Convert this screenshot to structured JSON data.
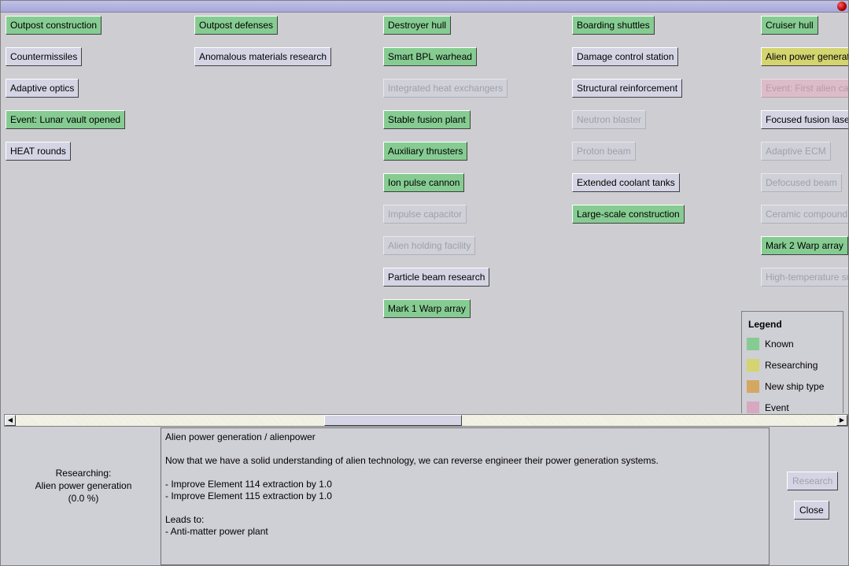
{
  "colors": {
    "known": "#86cc92",
    "researching": "#d4d470",
    "new_ship_type": "#d4a860",
    "event": "#d8a8c0"
  },
  "tree": {
    "columns": [
      [
        {
          "label": "Outpost construction",
          "state": "known"
        },
        {
          "label": "Countermissiles",
          "state": "avail"
        },
        {
          "label": "Adaptive optics",
          "state": "avail"
        },
        {
          "label": "Event: Lunar vault opened",
          "state": "known"
        },
        {
          "label": "HEAT rounds",
          "state": "avail"
        }
      ],
      [
        {
          "label": "Outpost defenses",
          "state": "known"
        },
        {
          "label": "Anomalous materials research",
          "state": "avail"
        }
      ],
      [
        {
          "label": "Destroyer hull",
          "state": "known"
        },
        {
          "label": "Smart BPL warhead",
          "state": "known"
        },
        {
          "label": "Integrated heat exchangers",
          "state": "unavail"
        },
        {
          "label": "Stable fusion plant",
          "state": "known"
        },
        {
          "label": "Auxiliary thrusters",
          "state": "known"
        },
        {
          "label": "Ion pulse cannon",
          "state": "known"
        },
        {
          "label": "Impulse capacitor",
          "state": "unavail"
        },
        {
          "label": "Alien holding facility",
          "state": "unavail"
        },
        {
          "label": "Particle beam research",
          "state": "avail"
        },
        {
          "label": "Mark 1 Warp array",
          "state": "known"
        }
      ],
      [
        {
          "label": "Boarding shuttles",
          "state": "known"
        },
        {
          "label": "Damage control station",
          "state": "avail"
        },
        {
          "label": "Structural reinforcement",
          "state": "avail"
        },
        {
          "label": "Neutron blaster",
          "state": "unavail"
        },
        {
          "label": "Proton beam",
          "state": "unavail"
        },
        {
          "label": "Extended coolant tanks",
          "state": "avail"
        },
        {
          "label": "Large-scale construction",
          "state": "known"
        }
      ],
      [
        {
          "label": "Cruiser hull",
          "state": "known"
        },
        {
          "label": "Alien power generation",
          "state": "researching"
        },
        {
          "label": "Event: First alien capture",
          "state": "event-unavail"
        },
        {
          "label": "Focused fusion laser",
          "state": "avail"
        },
        {
          "label": "Adaptive ECM",
          "state": "unavail"
        },
        {
          "label": "Defocused beam",
          "state": "unavail"
        },
        {
          "label": "Ceramic compound",
          "state": "unavail"
        },
        {
          "label": "Mark 2 Warp array",
          "state": "known"
        },
        {
          "label": "High-temperature superconductors",
          "state": "unavail"
        }
      ]
    ]
  },
  "legend": {
    "title": "Legend",
    "items": [
      {
        "label": "Known",
        "color": "#86cc92"
      },
      {
        "label": "Researching",
        "color": "#d4d470"
      },
      {
        "label": "New ship type",
        "color": "#d4a860"
      },
      {
        "label": "Event",
        "color": "#d8a8c0"
      }
    ]
  },
  "status": {
    "line1": "Researching:",
    "line2": "Alien power generation",
    "line3": "(0.0 %)"
  },
  "description": {
    "lines": [
      "Alien power generation / alienpower",
      "",
      "Now that we have a solid understanding of alien technology, we can reverse engineer their power generation systems.",
      "",
      "- Improve Element 114 extraction by 1.0",
      "- Improve Element 115 extraction by 1.0",
      "",
      "Leads to:",
      "- Anti-matter power plant"
    ]
  },
  "buttons": {
    "research": "Research",
    "close": "Close"
  }
}
